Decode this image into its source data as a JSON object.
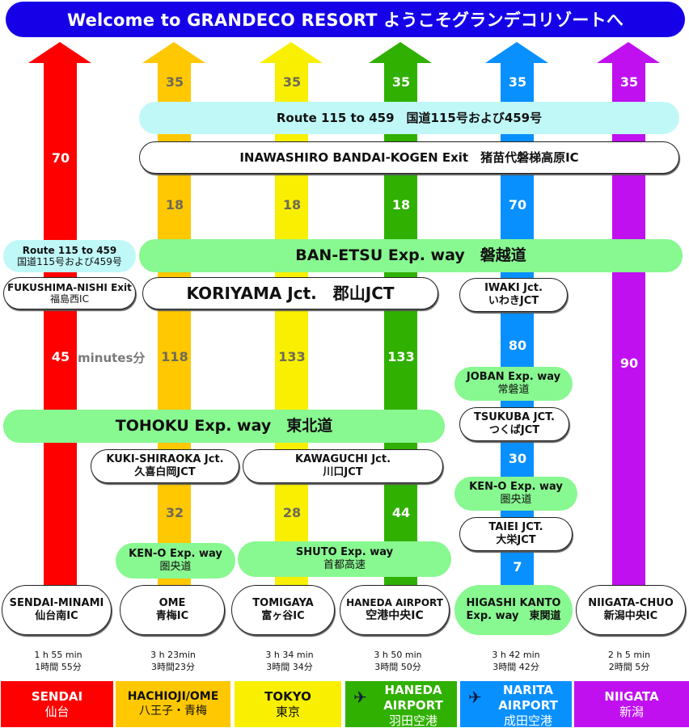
{
  "header": {
    "title": "Welcome to GRANDECO RESORT ようこそグランデコリゾートへ",
    "bg_color": "#1500e8"
  },
  "colors": {
    "sendai": "#ff0000",
    "hachioji": "#ffc800",
    "tokyo": "#f8f000",
    "haneda": "#30b000",
    "narita": "#0890ff",
    "niigata": "#c010f0",
    "exp_green": "#88f890",
    "route_cyan": "#c0f8f8"
  },
  "unit_label": "minutes分",
  "segments": {
    "sendai": [
      "70",
      "45"
    ],
    "hachioji": [
      "35",
      "18",
      "118",
      "32"
    ],
    "tokyo": [
      "35",
      "18",
      "133",
      "28"
    ],
    "haneda": [
      "35",
      "18",
      "133",
      "44"
    ],
    "narita": [
      "35",
      "70",
      "80",
      "30",
      "7"
    ],
    "niigata": [
      "35",
      "90"
    ]
  },
  "roads": {
    "route_main": "Route 115 to 459　国道115号および459号",
    "inawashiro": "INAWASHIRO BANDAI-KOGEN Exit　猪苗代磐梯高原IC",
    "route_left_en": "Route 115 to 459",
    "route_left_jp": "国道115号および459号",
    "banetsu": "BAN-ETSU Exp. way　磐越道",
    "fukushima_en": "FUKUSHIMA-NISHI Exit",
    "fukushima_jp": "福島西IC",
    "koriyama": "KORIYAMA Jct.　郡山JCT",
    "iwaki_en": "IWAKI Jct.",
    "iwaki_jp": "いわきJCT",
    "joban_en": "JOBAN Exp. way",
    "joban_jp": "常磐道",
    "tohoku": "TOHOKU Exp. way　東北道",
    "tsukuba_en": "TSUKUBA JCT.",
    "tsukuba_jp": "つくばJCT",
    "kuki_en": "KUKI-SHIRAOKA Jct.",
    "kuki_jp": "久喜白岡JCT",
    "kawaguchi_en": "KAWAGUCHI Jct.",
    "kawaguchi_jp": "川口JCT",
    "keno_right_en": "KEN-O Exp. way",
    "keno_right_jp": "圏央道",
    "taiei_en": "TAIEI JCT.",
    "taiei_jp": "大栄JCT",
    "keno_left_en": "KEN-O Exp. way",
    "keno_left_jp": "圏央道",
    "shuto_en": "SHUTO Exp. way",
    "shuto_jp": "首都高速"
  },
  "starts": [
    {
      "en": "SENDAI-MINAMI",
      "jp": "仙台南IC"
    },
    {
      "en": "OME",
      "jp": "青梅IC"
    },
    {
      "en": "TOMIGAYA",
      "jp": "富ヶ谷IC"
    },
    {
      "en": "HANEDA AIRPORT",
      "jp": "空港中央IC"
    },
    {
      "en": "HIGASHI KANTO",
      "jp": "Exp. way　東関道"
    },
    {
      "en": "NIIGATA-CHUO",
      "jp": "新潟中央IC"
    }
  ],
  "times": [
    {
      "en": "1 h 55 min",
      "jp": "1時間 55分"
    },
    {
      "en": "3 h 23min",
      "jp": "3時間23分"
    },
    {
      "en": "3 h 34 min",
      "jp": "3時間 34分"
    },
    {
      "en": "3 h 50 min",
      "jp": "3時間 50分"
    },
    {
      "en": "3 h 42 min",
      "jp": "3時間 42分"
    },
    {
      "en": "2 h 5 min",
      "jp": "2時間 5分"
    }
  ],
  "destinations": [
    {
      "en": "SENDAI",
      "jp": "仙台",
      "icon": ""
    },
    {
      "en": "HACHIOJI/OME",
      "jp": "八王子・青梅",
      "icon": ""
    },
    {
      "en": "TOKYO",
      "jp": "東京",
      "icon": ""
    },
    {
      "en": "HANEDA AIRPORT",
      "jp": "羽田空港",
      "icon": "airplane-icon"
    },
    {
      "en": "NARITA AIRPORT",
      "jp": "成田空港",
      "icon": "airplane-icon"
    },
    {
      "en": "NIIGATA",
      "jp": "新潟",
      "icon": ""
    }
  ],
  "icons": {
    "airplane": "✈"
  }
}
